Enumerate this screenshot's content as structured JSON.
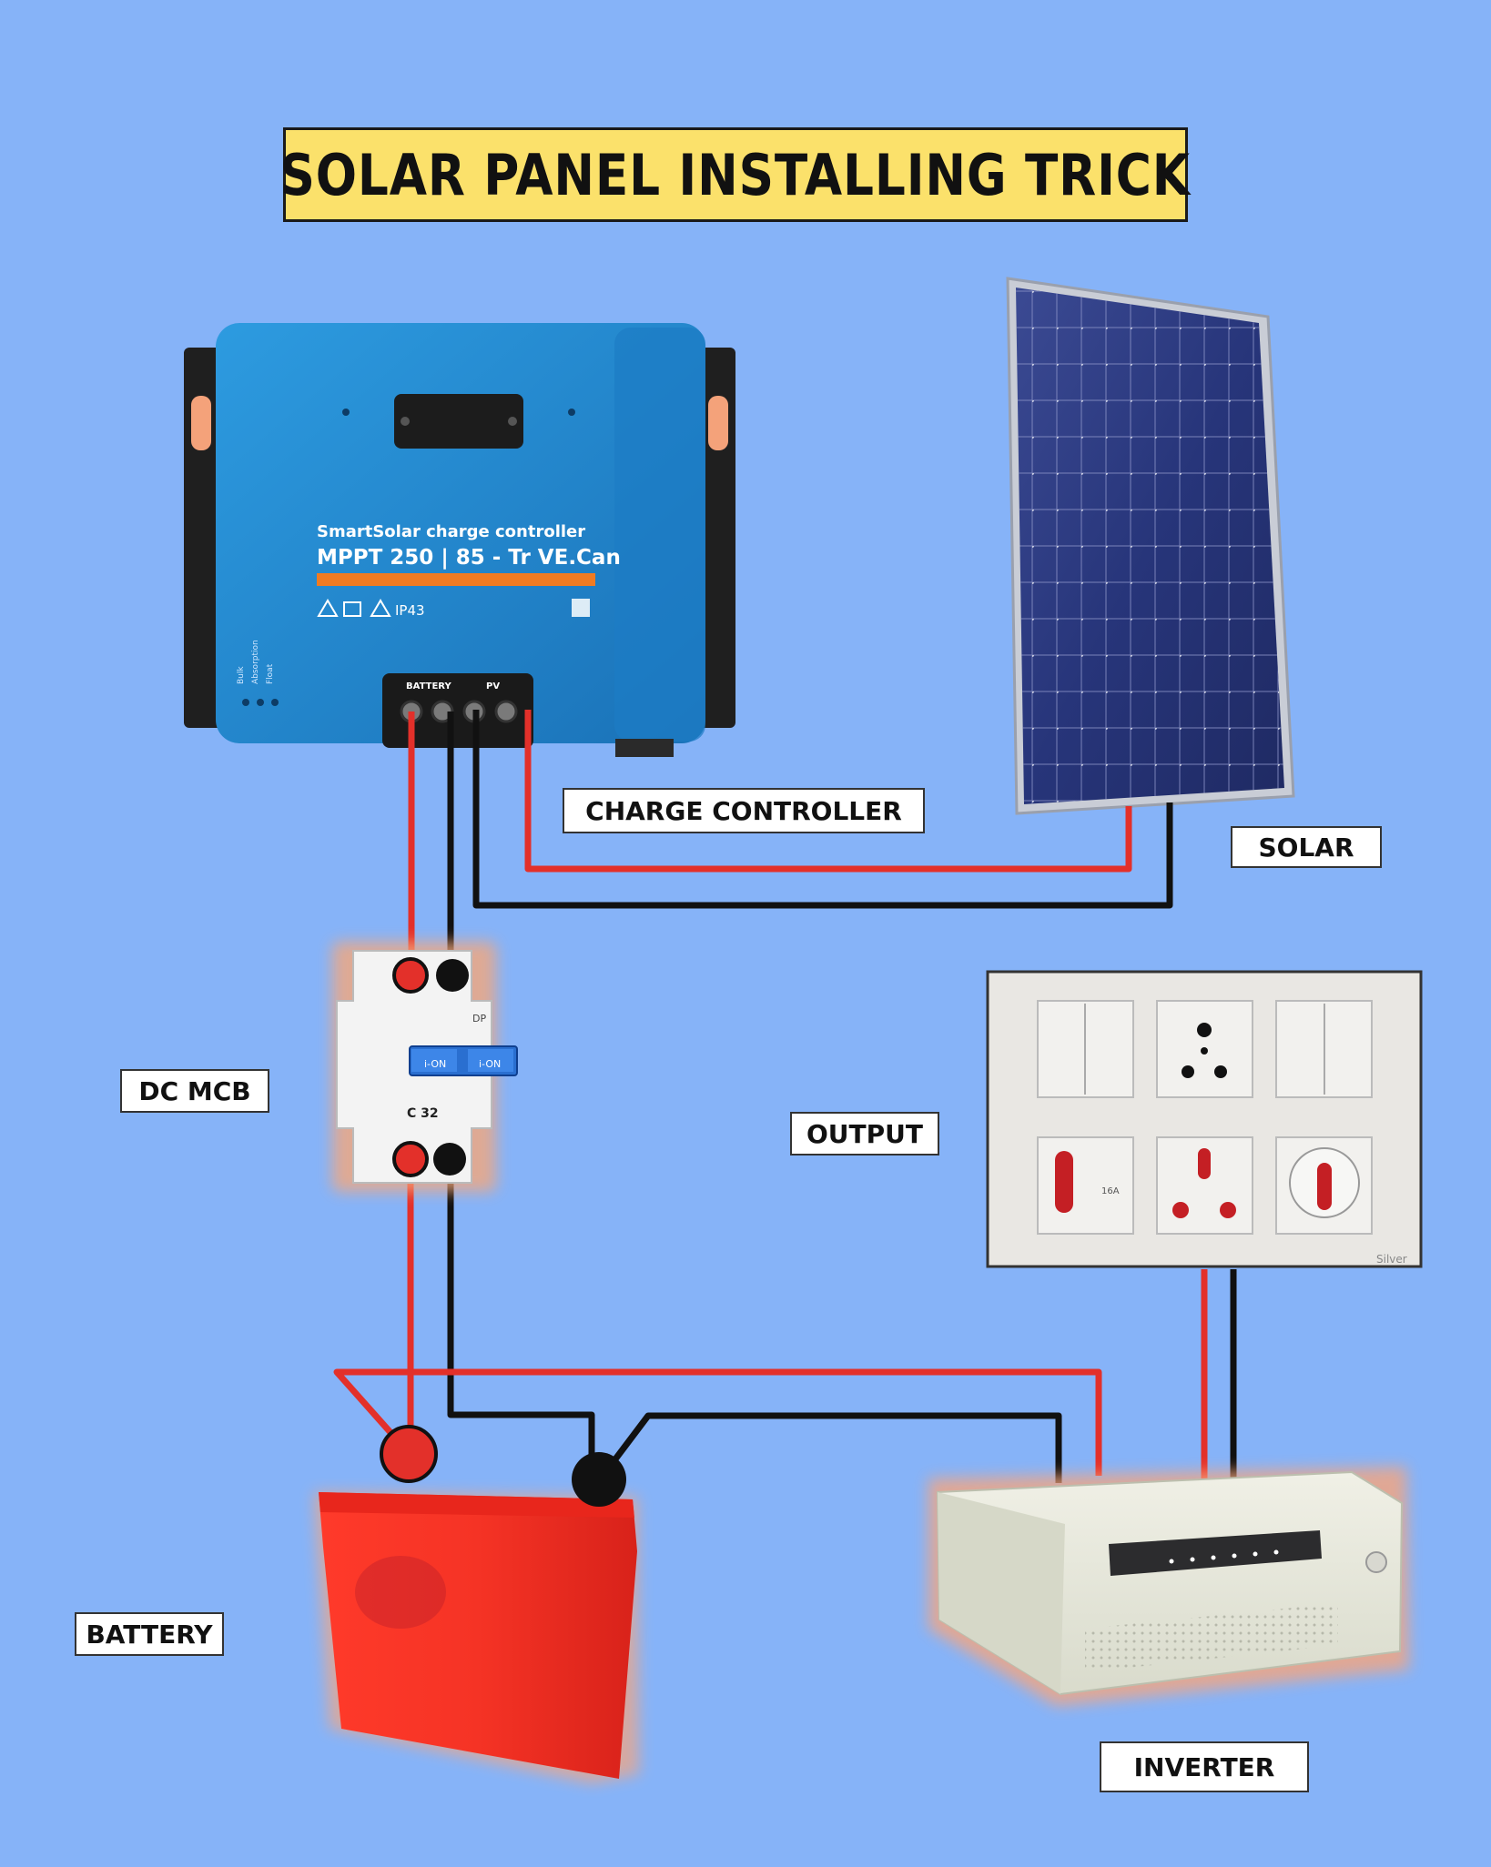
{
  "title": "SOLAR PANEL INSTALLING TRICK",
  "labels": {
    "charge_controller": "CHARGE CONTROLLER",
    "solar": "SOLAR",
    "dc_mcb": "DC MCB",
    "output": "OUTPUT",
    "battery": "BATTERY",
    "inverter": "INVERTER"
  },
  "controller": {
    "brand_line": "SmartSolar charge controller",
    "model": "MPPT 250 | 85 - Tr  VE.Can",
    "rating": "IP43",
    "terminal_battery": "BATTERY",
    "terminal_pv": "PV",
    "leds": [
      "Bulk",
      "Absorption",
      "Float"
    ]
  },
  "mcb": {
    "brand": "i-ON",
    "model": "C 32",
    "pole": "DP"
  },
  "switchboard": {
    "socket_rating": "16A",
    "brand": "Silver"
  },
  "colors": {
    "background": "#86b3f8",
    "title_bg": "#fbe16b",
    "positive_wire": "#e3302a",
    "negative_wire": "#111111"
  }
}
